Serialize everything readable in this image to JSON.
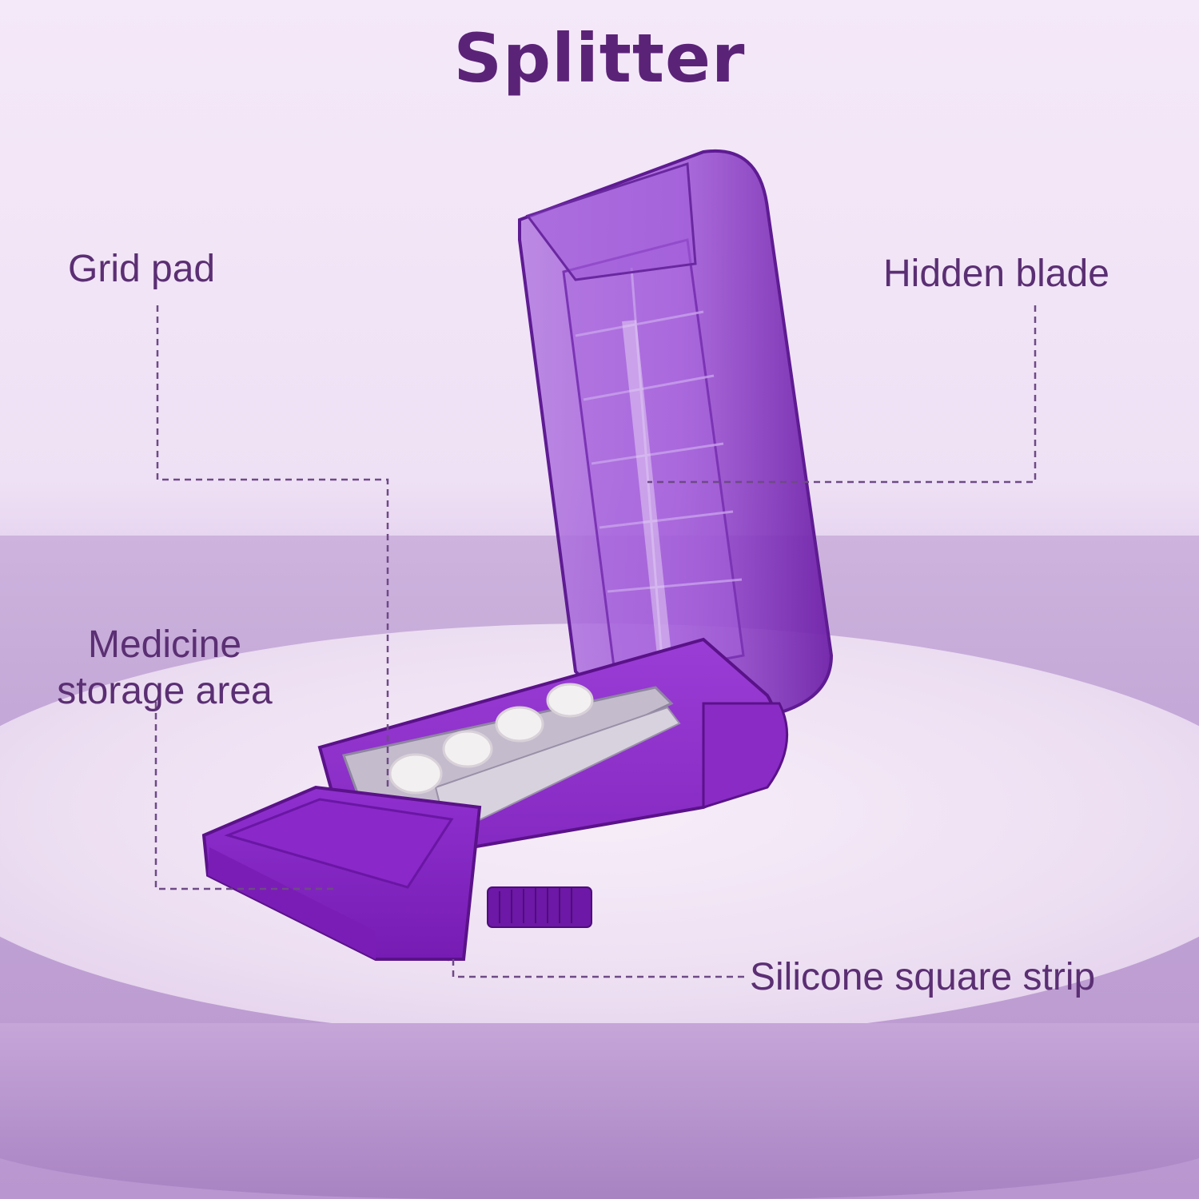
{
  "title": "Splitter",
  "callouts": {
    "grid_pad": "Grid pad",
    "hidden_blade": "Hidden blade",
    "medicine_line1": "Medicine",
    "medicine_line2": "storage area",
    "silicone_strip": "Silicone square strip"
  },
  "colors": {
    "title": "#5b2378",
    "label": "#5b2f73",
    "product_purple": "#8a2bc6",
    "lid_purple": "#9b4fd6",
    "leader_line": "#6e4a86"
  }
}
